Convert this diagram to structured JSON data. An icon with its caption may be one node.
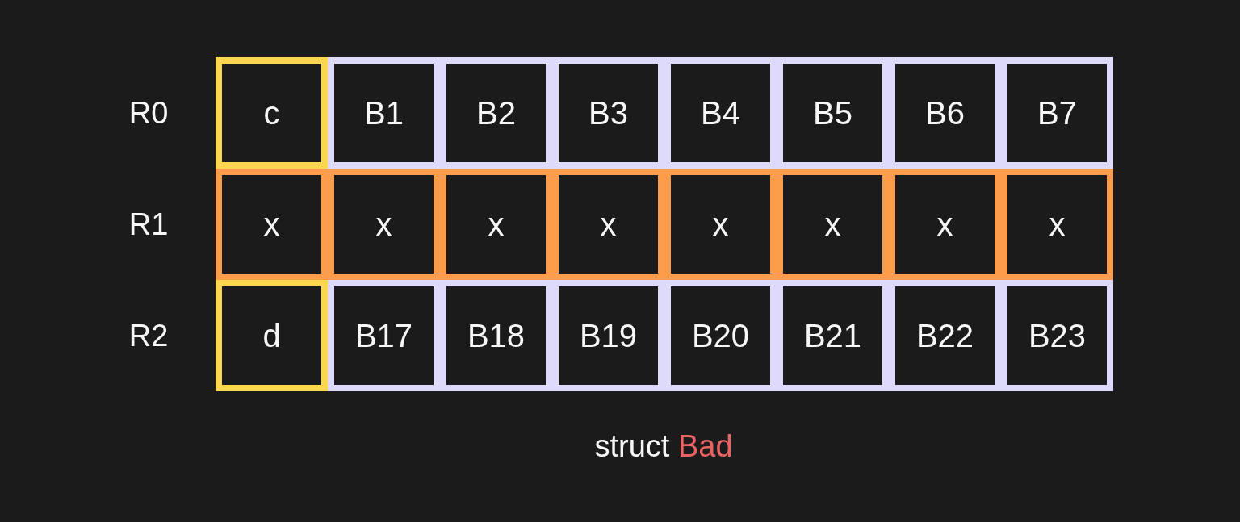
{
  "diagram": {
    "caption": "struct Bad",
    "nodes": [
      {
        "text": [
          "c"
        ]
      },
      {
        "text": [
          "B1"
        ]
      },
      {
        "text": [
          "B2"
        ]
      },
      {
        "text": [
          "B3"
        ]
      },
      {
        "text": [
          "B4"
        ]
      },
      {
        "text": [
          "B5"
        ]
      },
      {
        "text": [
          "B6"
        ]
      },
      {
        "text": [
          "B7"
        ]
      },
      {
        "text": [
          "x"
        ]
      },
      {
        "text": [
          "x"
        ]
      },
      {
        "text": [
          "x"
        ]
      },
      {
        "text": [
          "x"
        ]
      },
      {
        "text": [
          "x"
        ]
      },
      {
        "text": [
          "x"
        ]
      },
      {
        "text": [
          "x"
        ]
      },
      {
        "text": [
          "x"
        ]
      },
      {
        "text": [
          "d"
        ]
      },
      {
        "text": [
          "B17"
        ]
      },
      {
        "text": [
          "B18"
        ]
      },
      {
        "text": [
          "B19"
        ]
      },
      {
        "text": [
          "B20"
        ]
      },
      {
        "text": [
          "B21"
        ]
      },
      {
        "text": [
          "B22"
        ]
      },
      {
        "text": [
          "B23"
        ]
      }
    ],
    "labels": [
      "R0",
      "R1",
      "R2"
    ]
  }
}
